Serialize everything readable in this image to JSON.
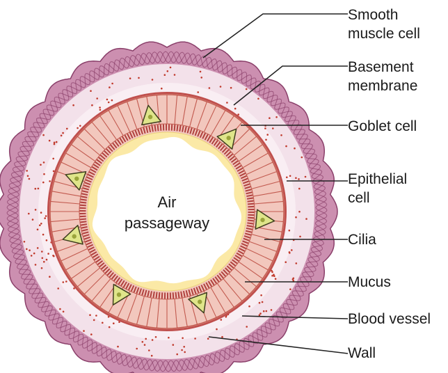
{
  "diagram": {
    "center_label": [
      "Air",
      "passageway"
    ],
    "labels": [
      {
        "id": "smooth-muscle-cell",
        "lines": [
          "Smooth",
          "muscle cell"
        ]
      },
      {
        "id": "basement-membrane",
        "lines": [
          "Basement",
          "membrane"
        ]
      },
      {
        "id": "goblet-cell",
        "lines": [
          "Goblet cell"
        ]
      },
      {
        "id": "epithelial-cell",
        "lines": [
          "Epithelial",
          "cell"
        ]
      },
      {
        "id": "cilia",
        "lines": [
          "Cilia"
        ]
      },
      {
        "id": "mucus",
        "lines": [
          "Mucus"
        ]
      },
      {
        "id": "blood-vessel",
        "lines": [
          "Blood vessel"
        ]
      },
      {
        "id": "wall",
        "lines": [
          "Wall"
        ]
      }
    ],
    "colors": {
      "muscle_outer": "#cc8fb0",
      "muscle_stroke": "#8a3f6a",
      "wall_fill": "#f3e1ea",
      "wall_inner": "#f9eef3",
      "dots": "#c0392b",
      "membrane": "#c0504d",
      "epithelium": "#f2c7bd",
      "epithelium_stroke": "#c25a4f",
      "cilia": "#b0413e",
      "mucus": "#fbe9a6",
      "lumen": "#ffffff",
      "goblet_fill": "#dfe58a",
      "goblet_stroke": "#3e3e1e",
      "goblet_nucleus": "#9aa43c"
    }
  }
}
